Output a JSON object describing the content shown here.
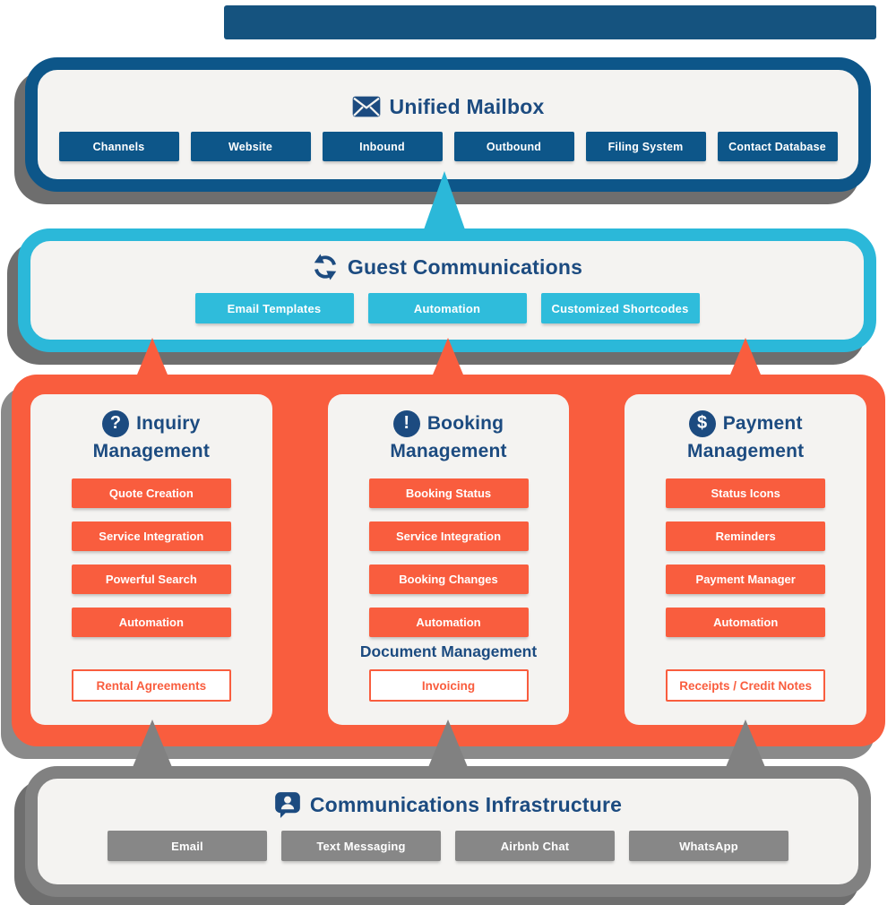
{
  "colors": {
    "navy": "#1c4b80",
    "steel_blue": "#0d5689",
    "cyan": "#2bb8d9",
    "orange": "#f95d3e",
    "gray": "#878787",
    "shadow_gray": "#6e6e6e",
    "panel_background": "#f4f3f1"
  },
  "sections": {
    "unified_mailbox": {
      "title": "Unified Mailbox",
      "icon": "envelope-icon",
      "items": [
        "Channels",
        "Website",
        "Inbound",
        "Outbound",
        "Filing System",
        "Contact Database"
      ]
    },
    "guest_communications": {
      "title": "Guest Communications",
      "icon": "sync-icon",
      "items": [
        "Email Templates",
        "Automation",
        "Customized Shortcodes"
      ]
    },
    "columns": [
      {
        "title_line1": "Inquiry",
        "title_line2": "Management",
        "icon": "question-icon",
        "icon_glyph": "?",
        "items": [
          "Quote Creation",
          "Service Integration",
          "Powerful Search",
          "Automation"
        ],
        "outlined": "Rental Agreements"
      },
      {
        "title_line1": "Booking",
        "title_line2": "Management",
        "icon": "exclamation-icon",
        "icon_glyph": "!",
        "items": [
          "Booking Status",
          "Service Integration",
          "Booking Changes",
          "Automation"
        ],
        "subheading": "Document Management",
        "outlined": "Invoicing"
      },
      {
        "title_line1": "Payment",
        "title_line2": "Management",
        "icon": "dollar-icon",
        "icon_glyph": "$",
        "items": [
          "Status Icons",
          "Reminders",
          "Payment Manager",
          "Automation"
        ],
        "outlined": "Receipts / Credit Notes"
      }
    ],
    "infrastructure": {
      "title": "Communications Infrastructure",
      "icon": "chat-person-icon",
      "items": [
        "Email",
        "Text Messaging",
        "Airbnb Chat",
        "WhatsApp"
      ]
    }
  }
}
